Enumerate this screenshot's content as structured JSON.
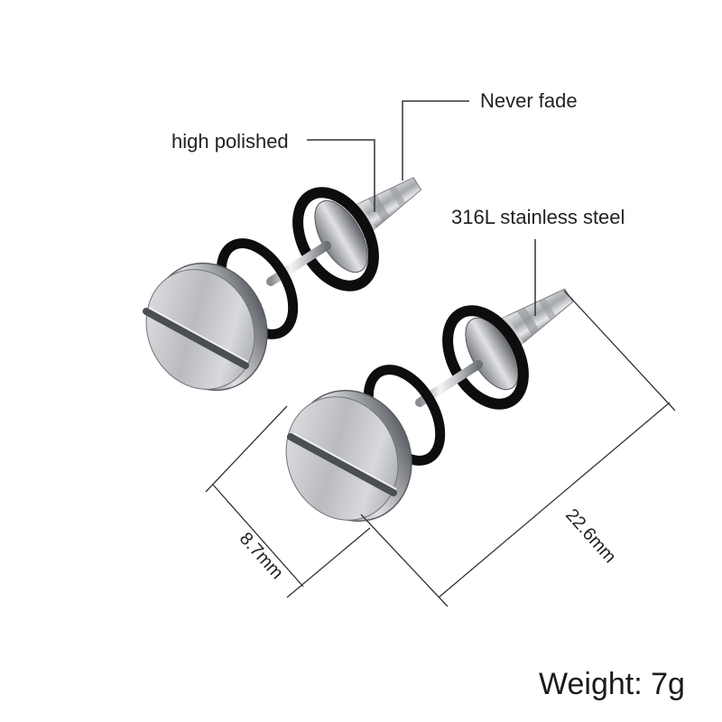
{
  "labels": {
    "never_fade": "Never fade",
    "high_polished": "high polished",
    "material": "316L stainless steel",
    "weight": "Weight: 7g"
  },
  "dimensions": {
    "diameter": "8.7mm",
    "length": "22.6mm"
  },
  "colors": {
    "background": "#ffffff",
    "text": "#222222",
    "steel_light": "#f4f4f6",
    "steel_dark": "#6f7278",
    "rubber": "#0d0d0d",
    "guide_line": "#333333"
  }
}
